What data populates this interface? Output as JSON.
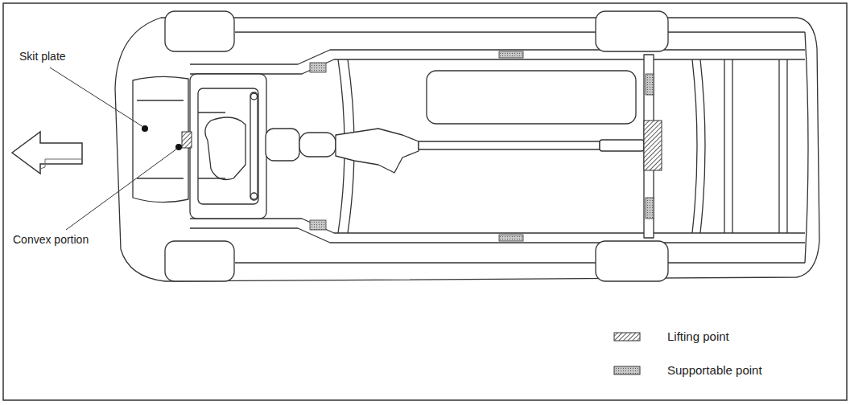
{
  "diagram": {
    "labels": [
      "Skit plate",
      "Convex portion"
    ],
    "legend": [
      {
        "text": "Lifting point"
      },
      {
        "text": "Supportable point"
      }
    ]
  }
}
